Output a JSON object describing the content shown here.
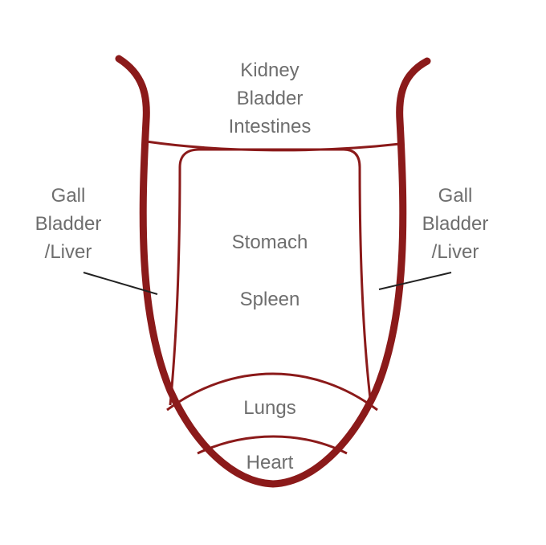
{
  "diagram": {
    "outline_color": "#8b1a1a",
    "text_color": "#6e6e6e",
    "pointer_color": "#222222",
    "regions": {
      "top": [
        "Kidney",
        "Bladder",
        "Intestines"
      ],
      "left": [
        "Gall",
        "Bladder",
        "/Liver"
      ],
      "right": [
        "Gall",
        "Bladder",
        "/Liver"
      ],
      "center": [
        "Stomach",
        "Spleen"
      ],
      "lungs": "Lungs",
      "heart": "Heart"
    }
  }
}
